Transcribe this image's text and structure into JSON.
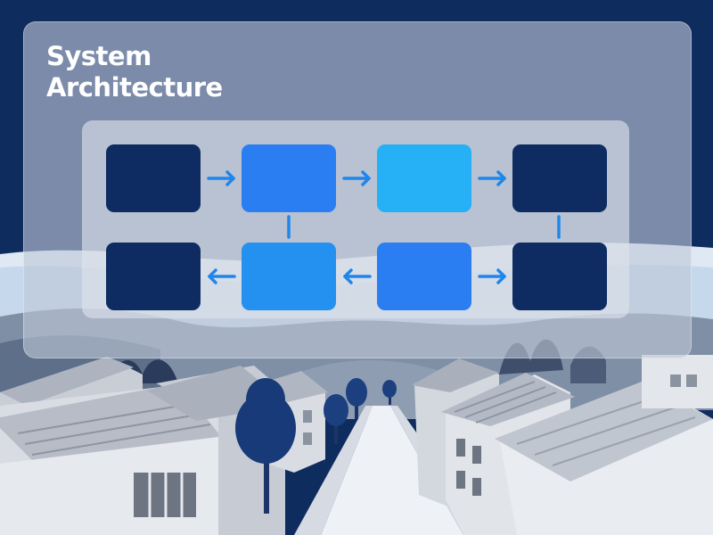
{
  "title": "System Architecture",
  "colors": {
    "background_navy": "#0f2c5f",
    "box_navy": "#0f2c62",
    "box_blue": "#2a7ef2",
    "box_sky": "#26b0f5",
    "arrow": "#1f86ec"
  },
  "diagram": {
    "rows": 2,
    "columns": 4,
    "boxes_labeled": false
  }
}
